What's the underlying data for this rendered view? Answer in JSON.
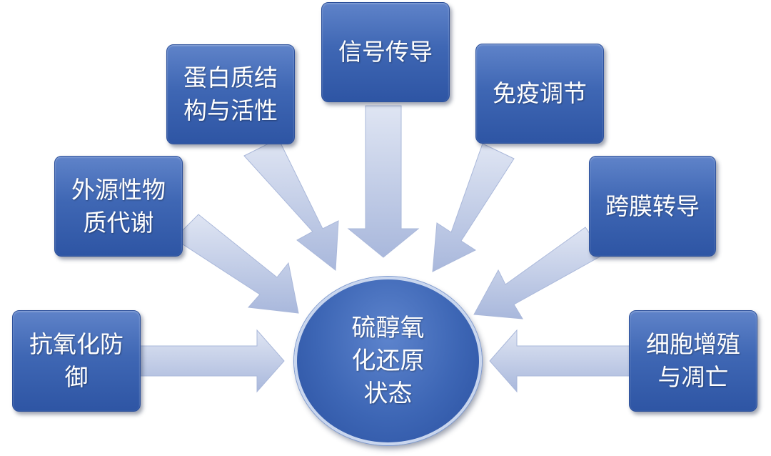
{
  "center": {
    "lines": [
      "硫醇氧",
      "化还原",
      "状态"
    ]
  },
  "factors": [
    {
      "id": "signal-transduction",
      "lines": [
        "信号传导"
      ]
    },
    {
      "id": "protein-structure-activity",
      "lines": [
        "蛋白质结",
        "构与活性"
      ]
    },
    {
      "id": "immune-regulation",
      "lines": [
        "免疫调节"
      ]
    },
    {
      "id": "xenobiotic-metabolism",
      "lines": [
        "外源性物",
        "质代谢"
      ]
    },
    {
      "id": "transmembrane-transduction",
      "lines": [
        "跨膜转导"
      ]
    },
    {
      "id": "antioxidant-defense",
      "lines": [
        "抗氧化防",
        "御"
      ]
    },
    {
      "id": "cell-proliferation-apoptosis",
      "lines": [
        "细胞增殖",
        "与凋亡"
      ]
    }
  ],
  "colors": {
    "box_fill": "#3f67b4",
    "arrow_fill": "#c3cde6"
  }
}
